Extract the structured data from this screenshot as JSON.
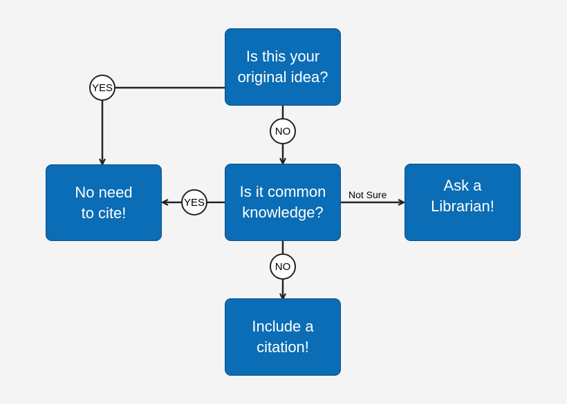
{
  "nodes": {
    "original_idea": "Is this your\noriginal idea?",
    "common_knowledge": "Is it common\nknowledge?",
    "no_need_cite": "No need\nto cite!",
    "ask_librarian": "Ask a\nLibrarian!",
    "include_citation": "Include a\ncitation!"
  },
  "edge_labels": {
    "yes_top": "YES",
    "no_top": "NO",
    "yes_left": "YES",
    "not_sure": "Not Sure",
    "no_bottom": "NO"
  },
  "colors": {
    "box_fill": "#0a6db5",
    "box_border": "#0a4f86",
    "line": "#222222",
    "background": "#f4f4f4"
  }
}
